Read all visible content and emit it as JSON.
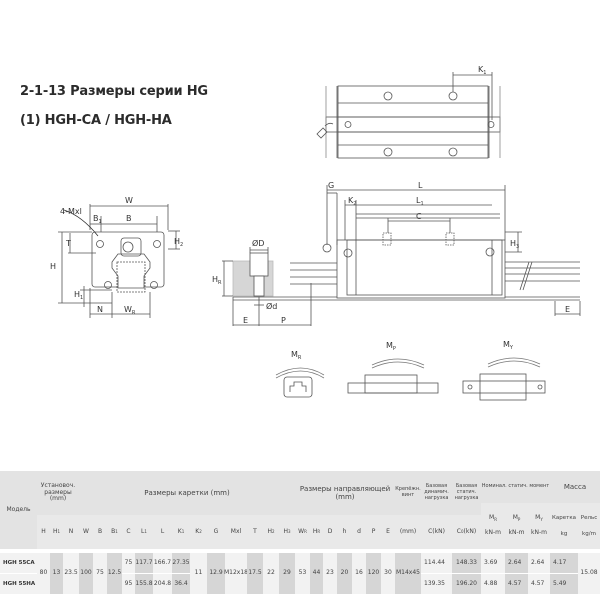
{
  "heading": {
    "section": "2-1-13 Размеры серии HG",
    "subtitle": "(1) HGH-CA / HGH-HA"
  },
  "drawing_labels": {
    "front_view": {
      "mxl": "4-Mxl",
      "w": "W",
      "b1": "B",
      "b": "B",
      "t": "T",
      "h": "H",
      "h1": "H",
      "h2": "H",
      "n": "N",
      "wr": "W"
    },
    "top_view": {
      "k1": "K"
    },
    "side_view": {
      "g": "G",
      "l": "L",
      "l1": "L",
      "k2": "K",
      "c": "C",
      "h3": "H",
      "hr": "H",
      "od": "ØD",
      "odd": "Ød",
      "e": "E",
      "p": "P",
      "e2": "E"
    },
    "moments": {
      "mr": "M",
      "mp": "M",
      "my": "M"
    }
  },
  "table": {
    "group_headers": {
      "model": "Модель",
      "mounting": "Установоч. размеры (mm)",
      "block": "Размеры каретки (mm)",
      "rail": "Размеры направляющей (mm)",
      "bolt": "Крепёжн. винт",
      "dyn_load": "Базовая динамич. нагрузка",
      "stat_load": "Базовая статич. нагрузка",
      "moment": "Номинал. статич. момент",
      "mass": "Масса"
    },
    "columns": {
      "H": "H",
      "H1": "H",
      "N": "N",
      "W": "W",
      "B": "B",
      "B1": "B",
      "C": "C",
      "L1": "L",
      "L": "L",
      "K1": "K",
      "K2": "K",
      "G": "G",
      "Mxl": "Mxl",
      "T": "T",
      "H2": "H",
      "H3": "H",
      "WR": "W",
      "HR": "H",
      "D": "D",
      "h": "h",
      "d": "d",
      "P": "P",
      "E": "E",
      "bolt_unit": "(mm)",
      "C_kN": "C(kN)",
      "C0_kN": "C",
      "C0_unit": "(kN)",
      "MR": "M",
      "MP": "M",
      "MY": "M",
      "moment_unit": "kN-m",
      "mass_block": "Каретка",
      "mass_rail": "Рельс",
      "mass_block_unit": "kg",
      "mass_rail_unit": "kg/m"
    },
    "subscripts": {
      "one": "1",
      "two": "2",
      "three": "3",
      "R": "R",
      "zero": "0",
      "P": "P",
      "Y": "Y"
    },
    "shared": {
      "H": "80",
      "H1": "13",
      "N": "23.5",
      "W": "100",
      "B": "75",
      "B1": "12.5",
      "K2": "11",
      "G": "12.9",
      "Mxl": "M12x18",
      "T": "17.5",
      "H2": "22",
      "H3": "29",
      "WR": "53",
      "HR": "44",
      "D": "23",
      "h": "20",
      "d": "16",
      "P": "120",
      "E": "30",
      "bolt": "M14x45",
      "mass_rail": "15.08"
    },
    "rows": [
      {
        "model": "HGH 55CA",
        "C": "75",
        "L1": "117.7",
        "L": "166.7",
        "K1": "27.35",
        "C_kN": "114.44",
        "C0_kN": "148.33",
        "MR": "3.69",
        "MP": "2.64",
        "MY": "2.64",
        "mass_block": "4.17"
      },
      {
        "model": "HGH 55HA",
        "C": "95",
        "L1": "155.8",
        "L": "204.8",
        "K1": "36.4",
        "C_kN": "139.35",
        "C0_kN": "196.20",
        "MR": "4.88",
        "MP": "4.57",
        "MY": "4.57",
        "mass_block": "5.49"
      }
    ]
  }
}
